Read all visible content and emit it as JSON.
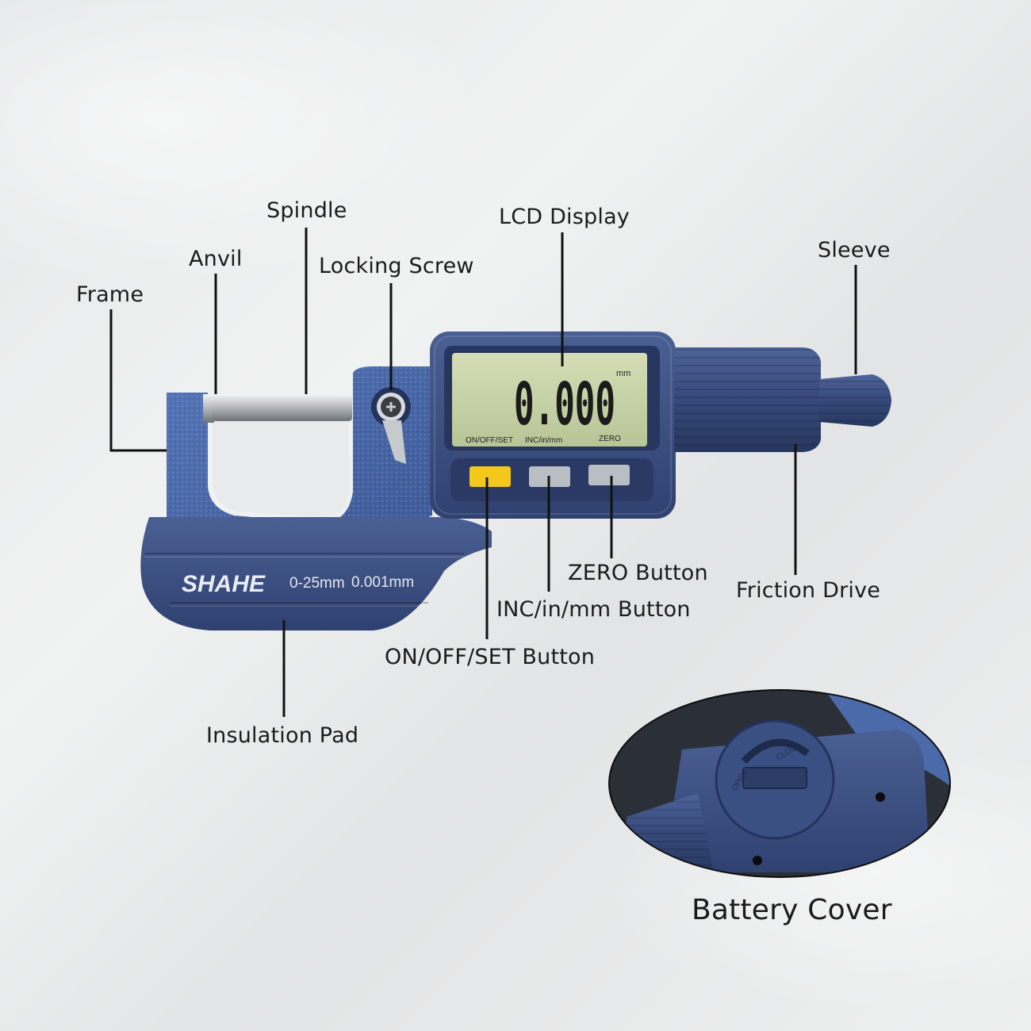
{
  "labels": {
    "frame": "Frame",
    "anvil": "Anvil",
    "spindle": "Spindle",
    "locking_screw": "Locking Screw",
    "lcd_display": "LCD Display",
    "sleeve": "Sleeve",
    "friction_drive": "Friction Drive",
    "zero_button": "ZERO Button",
    "inc_button": "INC/in/mm Button",
    "onoff_button": "ON/OFF/SET Button",
    "insulation_pad": "Insulation Pad",
    "battery_cover": "Battery Cover"
  },
  "device": {
    "brand": "SHAHE",
    "range": "0-25mm",
    "resolution": "0.001mm",
    "lcd_reading": "0.000",
    "lcd_unit": "mm",
    "lcd_caption_onoff": "ON/OFF/SET",
    "lcd_caption_inc": "INC/in/mm",
    "lcd_caption_zero": "ZERO",
    "cover_open": "OPEN",
    "cover_close": "CLOSE"
  },
  "colors": {
    "body_blue": "#3a4f82",
    "frame_blue": "#4a6aaa",
    "lcd_green": "#c9d4a8",
    "onoff_yellow": "#f2c81a",
    "button_gray": "#b9bec4"
  }
}
